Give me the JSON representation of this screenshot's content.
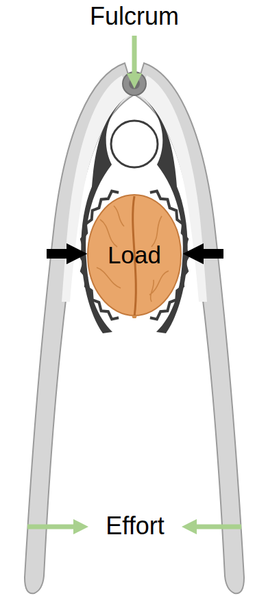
{
  "diagram": {
    "nodes": [
      {
        "text": [
          "Load"
        ]
      }
    ],
    "labels": [
      "Fulcrum",
      "Effort"
    ]
  }
}
